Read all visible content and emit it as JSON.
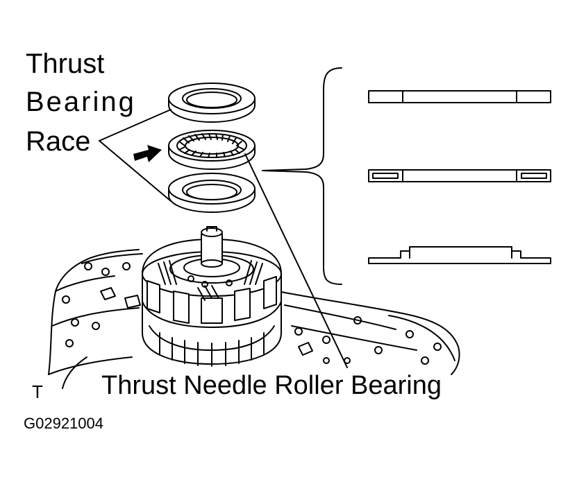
{
  "labels": {
    "race_line1": "Thrust",
    "race_line2": "Bearing",
    "race_line3": "Race",
    "needle_bearing": "Thrust Needle Roller Bearing",
    "corner_mark": "T",
    "figure_code": "G02921004"
  },
  "colors": {
    "ink": "#000000",
    "paper": "#ffffff"
  }
}
